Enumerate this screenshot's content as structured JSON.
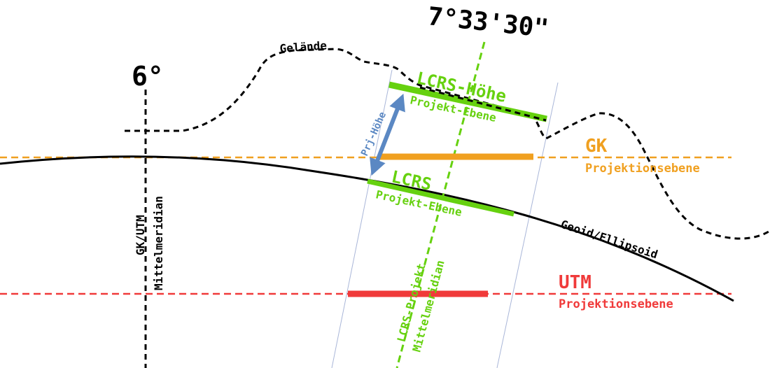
{
  "labels": {
    "deg_6": "6°",
    "deg_7": "7°33'30\"",
    "gelande": "Gelände",
    "gk_title": "GK",
    "gk_sub": "Projektionsebene",
    "utm_title": "UTM",
    "utm_sub": "Projektionsebene",
    "lcrs_hoehe": "LCRS-Höhe",
    "lcrs_hoehe_sub": "Projekt-Ebene",
    "lcrs": "LCRS",
    "lcrs_sub": "Projekt-Ebene",
    "prj_hoehe": "Prj-Höhe",
    "geoid": "Geoid/Ellipsoid",
    "gk_utm_line1": "GK/UTM",
    "gk_utm_line2": "Mittelmeridian",
    "lcrs_proj_line1": "LCRS-Projekt",
    "lcrs_proj_line2": "Mittelmeridian"
  },
  "colors": {
    "green": "#66d10f",
    "orange": "#f0a020",
    "red": "#f03a3a",
    "blue": "#5b88c3",
    "black": "#000000",
    "thin_blue": "#a9b6d8"
  }
}
